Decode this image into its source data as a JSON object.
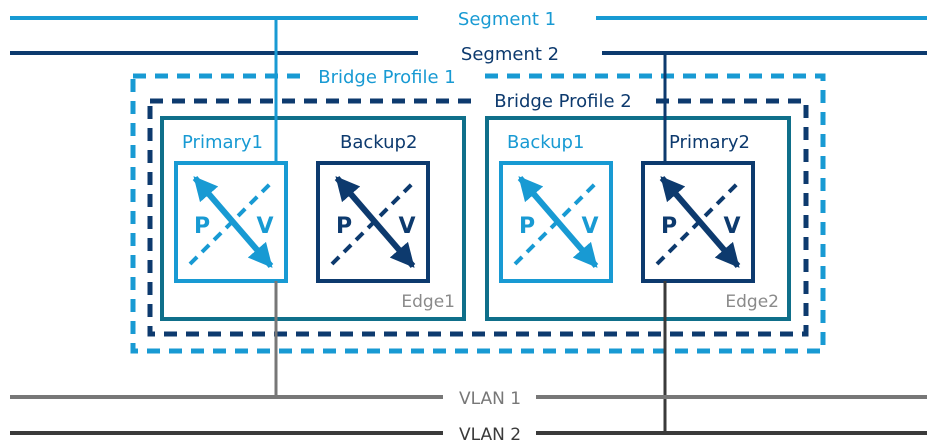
{
  "segments": [
    {
      "label": "Segment 1",
      "color": "#189ad3"
    },
    {
      "label": "Segment 2",
      "color": "#0d3a6e"
    }
  ],
  "bridge_profiles": [
    {
      "label": "Bridge Profile 1",
      "color": "#189ad3"
    },
    {
      "label": "Bridge Profile 2",
      "color": "#0d3a6e"
    }
  ],
  "edges": [
    {
      "label": "Edge1",
      "color": "#0f6f8a",
      "switches": [
        {
          "label": "Primary1",
          "color": "#189ad3",
          "left": "P",
          "right": "V"
        },
        {
          "label": "Backup2",
          "color": "#0d3a6e",
          "left": "P",
          "right": "V"
        }
      ]
    },
    {
      "label": "Edge2",
      "color": "#0f6f8a",
      "switches": [
        {
          "label": "Backup1",
          "color": "#189ad3",
          "left": "P",
          "right": "V"
        },
        {
          "label": "Primary2",
          "color": "#0d3a6e",
          "left": "P",
          "right": "V"
        }
      ]
    }
  ],
  "vlans": [
    {
      "label": "VLAN 1",
      "color": "#777777"
    },
    {
      "label": "VLAN 2",
      "color": "#3a3a3a"
    }
  ],
  "icon_names": {
    "switch": "bridge-switch-icon"
  }
}
